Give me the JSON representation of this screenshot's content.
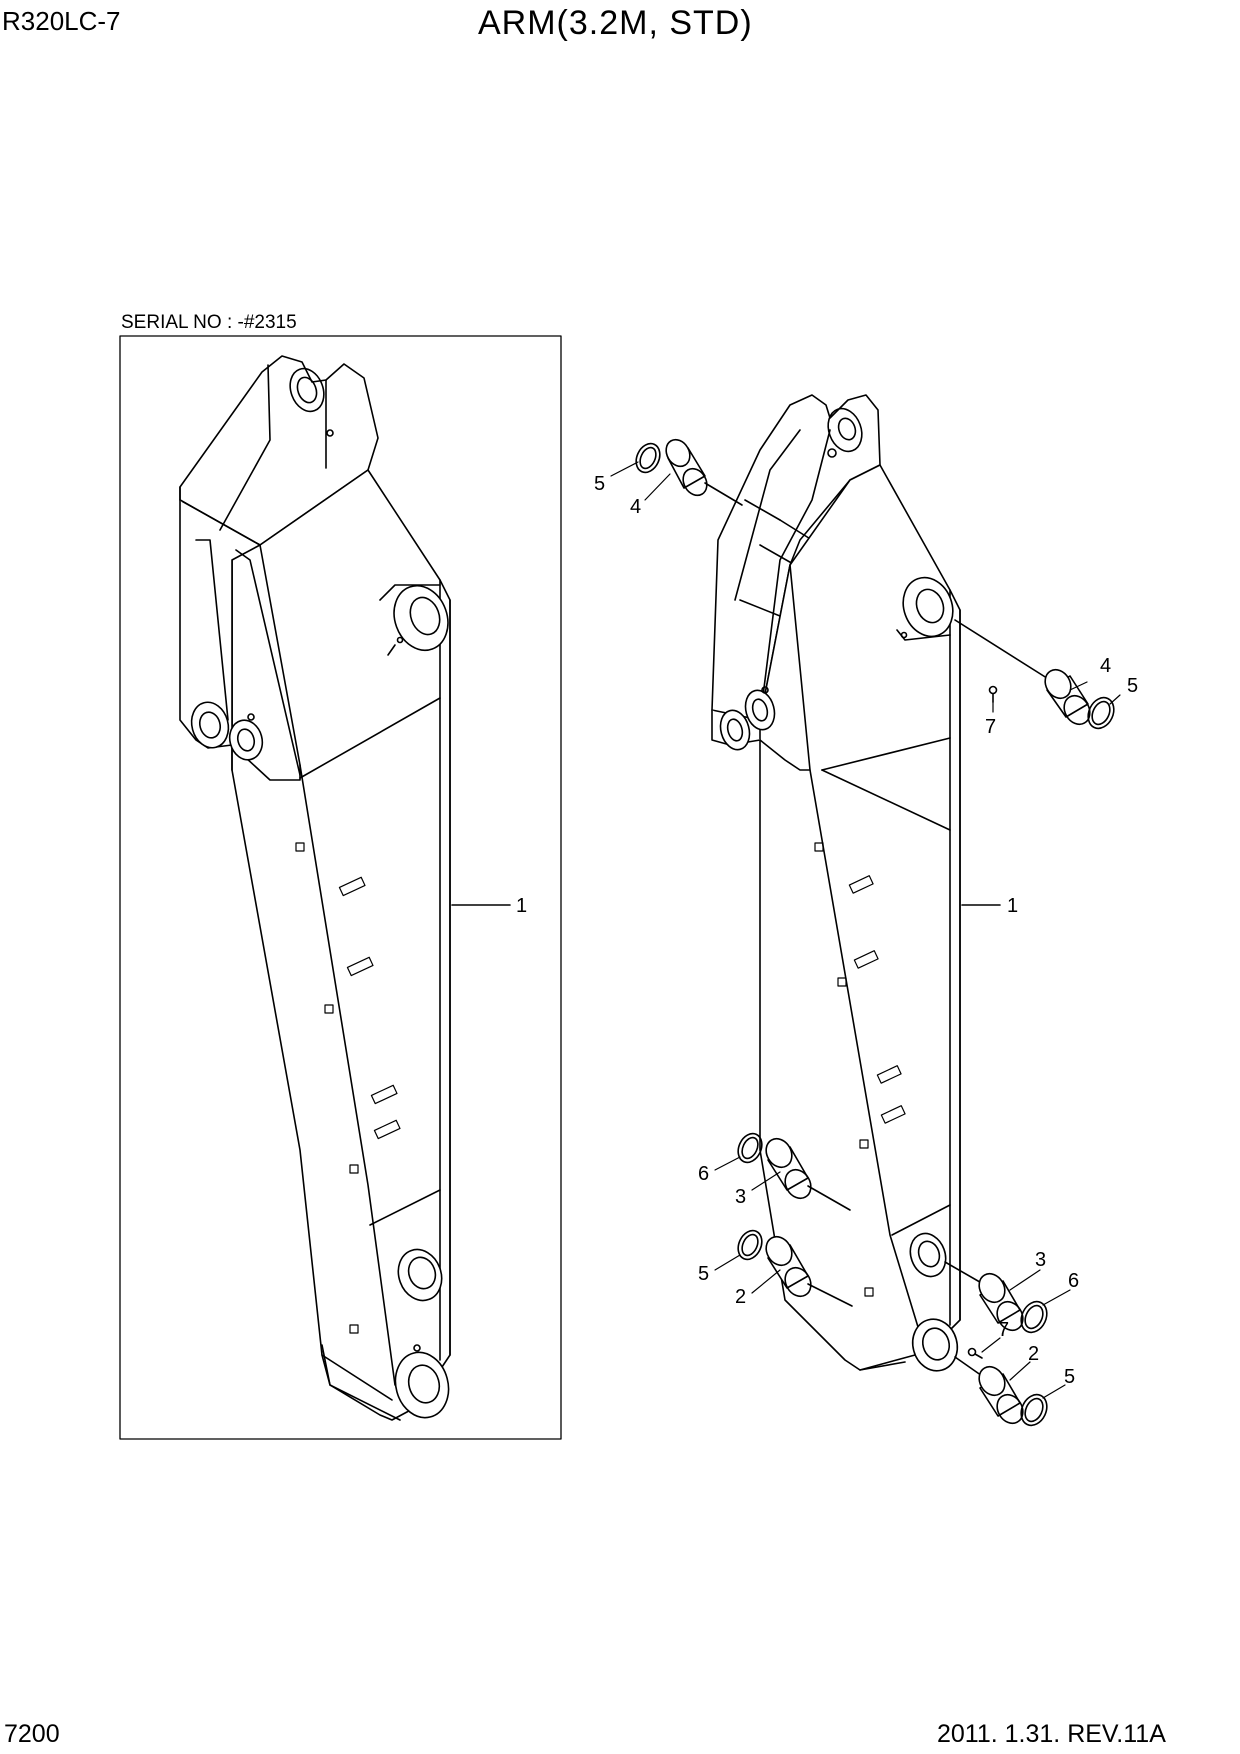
{
  "header": {
    "model": "R320LC-7",
    "title": "ARM(3.2M, STD)"
  },
  "inset": {
    "serial_label": "SERIAL NO : -#2315"
  },
  "footer": {
    "page_number": "7200",
    "revision": "2011. 1.31.  REV.11A"
  },
  "callouts": {
    "inset_arm": "1",
    "arm": "1",
    "bushing_upper_left": "4",
    "ring_upper_left": "5",
    "bushing_upper_right": "4",
    "ring_upper_right": "5",
    "nipple_upper": "7",
    "ring_lower_left_6": "6",
    "bushing_lower_left_3": "3",
    "ring_lower_left_5": "5",
    "bushing_lower_left_2": "2",
    "bushing_lower_right_3": "3",
    "ring_lower_right_6": "6",
    "nipple_lower": "7",
    "bushing_lower_right_2": "2",
    "ring_lower_right_5": "5"
  }
}
